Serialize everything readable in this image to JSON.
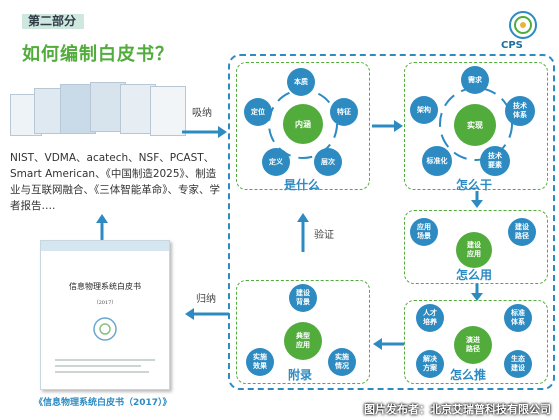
{
  "header": {
    "section": "第二部分",
    "title": "如何编制白皮书？",
    "logo_text": "CPS"
  },
  "left": {
    "sources": "NIST、VDMA、acatech、NSF、PCAST、Smart American、《中国制造2025》、制造业与互联网融合、《三体智能革命》、专家、学者报告….",
    "absorb_label": "吸纳",
    "induce_label": "归纳",
    "whitepaper_title": "信息物理系统白皮书",
    "whitepaper_year": "（2017）",
    "whitepaper_caption": "《信息物理系统白皮书（2017）》"
  },
  "verify_label": "验证",
  "panels": {
    "what": {
      "caption": "是什么",
      "center": "内涵",
      "nodes": [
        "本质",
        "特征",
        "层次",
        "定义",
        "定位"
      ]
    },
    "how": {
      "caption": "怎么干",
      "center": "实现",
      "nodes": [
        "需求",
        "技术\n体系",
        "技术\n要素",
        "标准化",
        "架构"
      ]
    },
    "use": {
      "caption": "怎么用",
      "center": "建设\n应用",
      "nodes": [
        "应用\n场景",
        "建设\n路径"
      ]
    },
    "promote": {
      "caption": "怎么推",
      "center": "演进\n路径",
      "nodes": [
        "人才\n培养",
        "标准\n体系",
        "生态\n建设",
        "解决\n方案"
      ]
    },
    "appendix": {
      "caption": "附录",
      "center": "典型\n应用",
      "nodes": [
        "建设\n背景",
        "实施\n情况",
        "实施\n效果"
      ]
    }
  },
  "credit": "图片发布者：北京艾瑞普科技有限公司",
  "colors": {
    "blue": "#2d8bc2",
    "green": "#52ac3c",
    "title": "#52ac3c"
  }
}
